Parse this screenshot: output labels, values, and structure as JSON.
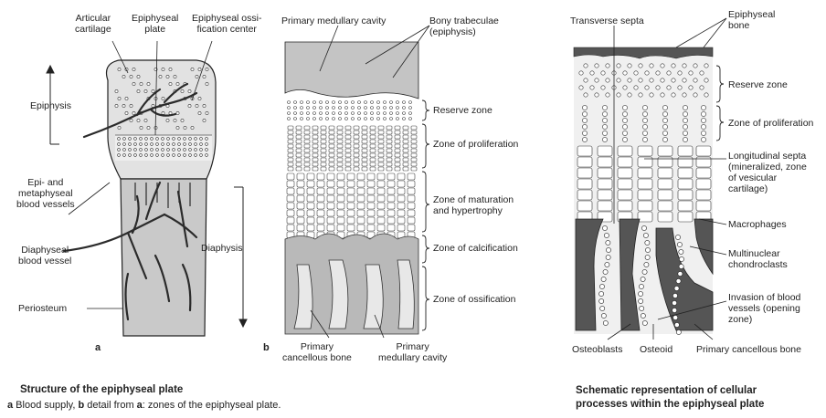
{
  "left": {
    "labels": {
      "articular_cartilage": [
        "Articular",
        "cartilage"
      ],
      "epiphyseal_plate": [
        "Epiphyseal",
        "plate"
      ],
      "ossification_center": [
        "Epiphyseal ossi-",
        "fication center"
      ],
      "epiphysis": "Epiphysis",
      "epi_meta_vessels": [
        "Epi- and",
        "metaphyseal",
        "blood vessels"
      ],
      "diaphyseal_vessel": [
        "Diaphyseal",
        "blood vessel"
      ],
      "periosteum": "Periosteum",
      "diaphysis": "Diaphysis"
    },
    "panel_a": "a"
  },
  "middle": {
    "labels": {
      "primary_medullary_cavity_top": "Primary medullary cavity",
      "bony_trabeculae": [
        "Bony trabeculae",
        "(epiphysis)"
      ],
      "reserve_zone": "Reserve zone",
      "zone_proliferation": "Zone of proliferation",
      "zone_maturation": [
        "Zone of maturation",
        "and hypertrophy"
      ],
      "zone_calcification": "Zone of calcification",
      "zone_ossification": "Zone of ossification",
      "primary_cancellous_bone": [
        "Primary",
        "cancellous bone"
      ],
      "primary_medullary_cavity_bottom": [
        "Primary",
        "medullary cavity"
      ]
    },
    "panel_b": "b"
  },
  "right": {
    "labels": {
      "transverse_septa": "Transverse septa",
      "epiphyseal_bone": [
        "Epiphyseal",
        "bone"
      ],
      "reserve_zone": "Reserve zone",
      "zone_proliferation": "Zone of proliferation",
      "longitudinal_septa": [
        "Longitudinal septa",
        "(mineralized, zone",
        "of vesicular",
        "cartilage)"
      ],
      "macrophages": "Macrophages",
      "chondroclasts": [
        "Multinuclear",
        "chondroclasts"
      ],
      "invasion": [
        "Invasion of blood",
        "vessels (opening",
        "zone)"
      ],
      "osteoblasts": "Osteoblasts",
      "osteoid": "Osteoid",
      "primary_cancellous_bone": "Primary cancellous bone"
    }
  },
  "captions": {
    "left_title": "Structure of the epiphyseal plate",
    "left_sub_a": "a",
    "left_sub_text1": " Blood supply, ",
    "left_sub_b": "b",
    "left_sub_text2": " detail from ",
    "left_sub_a2": "a",
    "left_sub_text3": ": zones of the epiphyseal plate.",
    "right_title": [
      "Schematic representation of cellular",
      "processes within the epiphyseal plate"
    ]
  },
  "colors": {
    "bone_fill": "#d9d9d9",
    "dark_vessel": "#2b2b2b",
    "gray_vessel": "#5a5a5a",
    "line": "#222222"
  }
}
